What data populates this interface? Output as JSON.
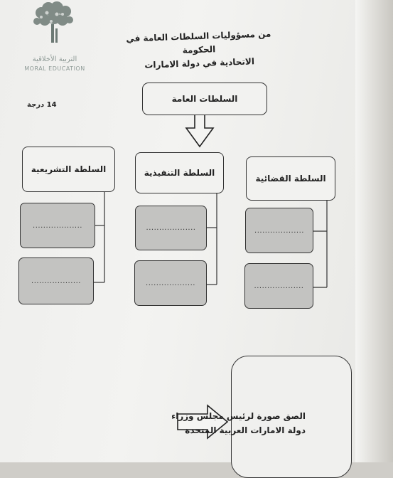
{
  "logo": {
    "arabic": "التربية الأخلاقية",
    "english": "MORAL EDUCATION"
  },
  "title": {
    "line1": "من مسؤوليات السلطات العامة في الحكومة",
    "line2": "الاتحادية في دولة الامارات"
  },
  "grade": "14 درجة",
  "top_box": "السلطات العامة",
  "branches": {
    "legislative": "السلطة التشريعية",
    "executive": "السلطة التنفيذية",
    "judicial": "السلطة القضائية"
  },
  "blank": "...................",
  "instruction": {
    "line1": "الصق صورة لرئيس مجلس وزراء",
    "line2": "دولة الامارات العربية المتحدة"
  }
}
